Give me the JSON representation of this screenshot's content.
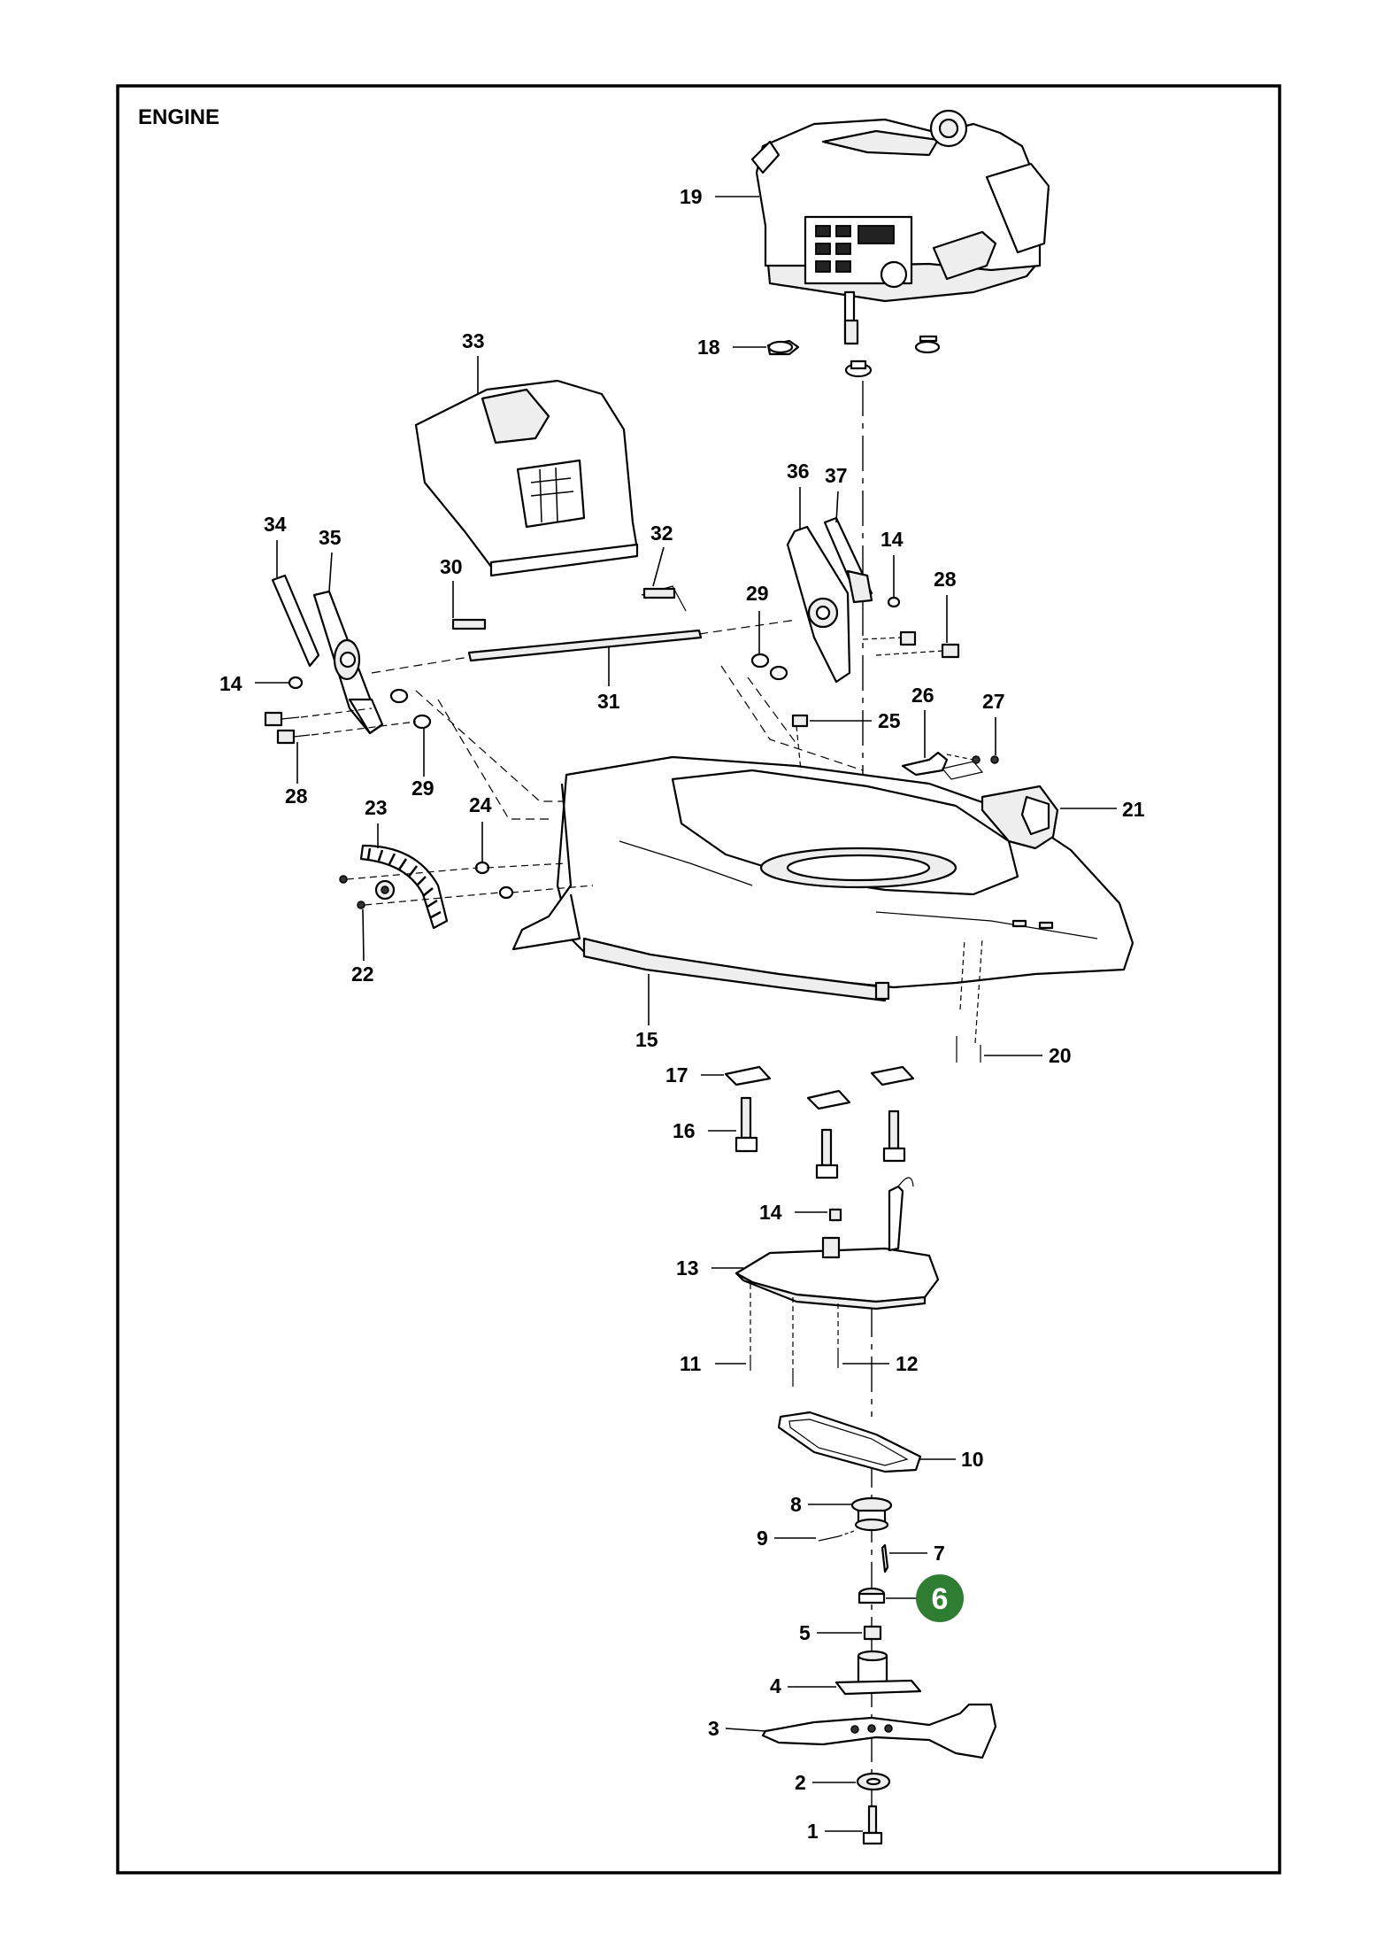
{
  "diagram": {
    "section_title": "ENGINE",
    "highlight_color": "#2e7d32",
    "frame_color": "#000000",
    "highlighted_label": "6",
    "parts": [
      {
        "id": "p1",
        "label": "1",
        "name": "blade-bolt"
      },
      {
        "id": "p2",
        "label": "2",
        "name": "blade-washer"
      },
      {
        "id": "p3",
        "label": "3",
        "name": "blade"
      },
      {
        "id": "p4",
        "label": "4",
        "name": "blade-adapter"
      },
      {
        "id": "p5",
        "label": "5",
        "name": "spacer"
      },
      {
        "id": "p6",
        "label": "6",
        "name": "key-sleeve"
      },
      {
        "id": "p7",
        "label": "7",
        "name": "shaft-key"
      },
      {
        "id": "p8",
        "label": "8",
        "name": "pulley"
      },
      {
        "id": "p9",
        "label": "9",
        "name": "set-screw"
      },
      {
        "id": "p10",
        "label": "10",
        "name": "drive-belt"
      },
      {
        "id": "p11",
        "label": "11",
        "name": "belt-cover-screw-left"
      },
      {
        "id": "p12",
        "label": "12",
        "name": "belt-cover-screw-right"
      },
      {
        "id": "p13",
        "label": "13",
        "name": "belt-cover"
      },
      {
        "id": "p14a",
        "label": "14",
        "name": "nut-belt-cover"
      },
      {
        "id": "p15",
        "label": "15",
        "name": "mower-deck"
      },
      {
        "id": "p16",
        "label": "16",
        "name": "engine-bolt"
      },
      {
        "id": "p17",
        "label": "17",
        "name": "spacer-plate"
      },
      {
        "id": "p18",
        "label": "18",
        "name": "engine-nut"
      },
      {
        "id": "p19",
        "label": "19",
        "name": "engine"
      },
      {
        "id": "p20",
        "label": "20",
        "name": "cover-screw"
      },
      {
        "id": "p21",
        "label": "21",
        "name": "front-emblem-cover"
      },
      {
        "id": "p22",
        "label": "22",
        "name": "gear-screw"
      },
      {
        "id": "p23",
        "label": "23",
        "name": "height-gear-segment"
      },
      {
        "id": "p24",
        "label": "24",
        "name": "gear-spacer"
      },
      {
        "id": "p25",
        "label": "25",
        "name": "cable-clip"
      },
      {
        "id": "p26",
        "label": "26",
        "name": "bracket"
      },
      {
        "id": "p27",
        "label": "27",
        "name": "bracket-screw"
      },
      {
        "id": "p28a",
        "label": "28",
        "name": "bolt-right"
      },
      {
        "id": "p28b",
        "label": "28",
        "name": "bolt-left"
      },
      {
        "id": "p29a",
        "label": "29",
        "name": "nut-right"
      },
      {
        "id": "p29b",
        "label": "29",
        "name": "washer-left"
      },
      {
        "id": "p30",
        "label": "30",
        "name": "spring-left"
      },
      {
        "id": "p31",
        "label": "31",
        "name": "hinge-rod"
      },
      {
        "id": "p32",
        "label": "32",
        "name": "spring-right"
      },
      {
        "id": "p33",
        "label": "33",
        "name": "rear-flap"
      },
      {
        "id": "p34",
        "label": "34",
        "name": "left-plate"
      },
      {
        "id": "p35",
        "label": "35",
        "name": "left-bracket"
      },
      {
        "id": "p36",
        "label": "36",
        "name": "right-bracket"
      },
      {
        "id": "p37",
        "label": "37",
        "name": "right-plate"
      },
      {
        "id": "p14b",
        "label": "14",
        "name": "nut-right-bracket"
      },
      {
        "id": "p14c",
        "label": "14",
        "name": "nut-left-bracket"
      }
    ]
  }
}
